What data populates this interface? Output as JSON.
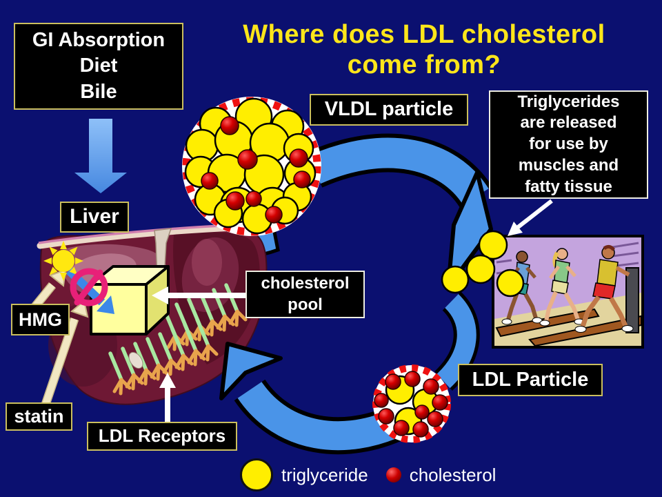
{
  "title": {
    "line1": "Where does LDL cholesterol",
    "line2": "come from?"
  },
  "boxes": {
    "gi": {
      "line1": "GI Absorption",
      "line2": "Diet",
      "line3": "Bile"
    },
    "liver": "Liver",
    "vldl": "VLDL particle",
    "trig": {
      "line1": "Triglycerides",
      "line2": "are released",
      "line3": "for use by",
      "line4": "muscles and",
      "line5": "fatty tissue"
    },
    "chol_pool": {
      "line1": "cholesterol",
      "line2": "pool"
    },
    "hmg": "HMG",
    "statin": "statin",
    "ldl_receptors": "LDL Receptors",
    "ldl": "LDL Particle"
  },
  "legend": {
    "triglyceride": "triglyceride",
    "cholesterol": "cholesterol"
  },
  "colors": {
    "background": "#0b1070",
    "title_yellow": "#fee61a",
    "label_text": "#ffffff",
    "box_background": "#000000",
    "box_border_yellow": "#cbbf5e",
    "box_border_white": "#efefe2",
    "arrow_blue": "#4a94e8",
    "down_arrow_blue": "#5fa2f2",
    "triglyceride_yellow": "#ffee00",
    "cholesterol_red": "#cc0000",
    "particle_ring_red": "#ee1111",
    "liver_maroon": "#6e1834",
    "cube_yellow": "#ffff9e",
    "receptor_green": "#a8e8a0",
    "receptor_tan": "#e8a44c",
    "prohibition_pink": "#e82078",
    "cream_arrow": "#f2e8c2"
  }
}
